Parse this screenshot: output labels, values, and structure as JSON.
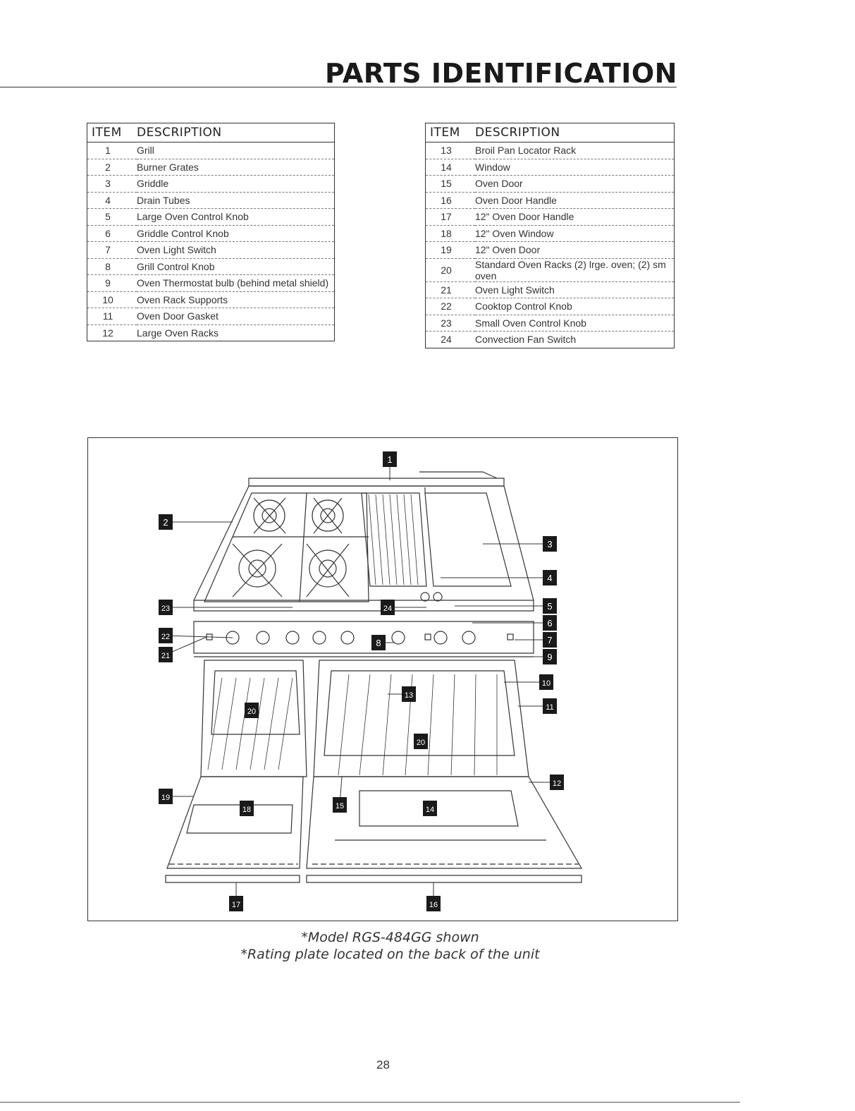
{
  "page_title": "PARTS IDENTIFICATION",
  "table_left": {
    "header_item": "ITEM",
    "header_desc": "DESCRIPTION",
    "rows": [
      {
        "num": "1",
        "desc": "Grill"
      },
      {
        "num": "2",
        "desc": "Burner Grates"
      },
      {
        "num": "3",
        "desc": "Griddle"
      },
      {
        "num": "4",
        "desc": "Drain Tubes"
      },
      {
        "num": "5",
        "desc": "Large Oven Control Knob"
      },
      {
        "num": "6",
        "desc": "Griddle Control Knob"
      },
      {
        "num": "7",
        "desc": "Oven Light Switch"
      },
      {
        "num": "8",
        "desc": "Grill Control Knob"
      },
      {
        "num": "9",
        "desc": "Oven Thermostat bulb (behind metal shield)"
      },
      {
        "num": "10",
        "desc": "Oven Rack Supports"
      },
      {
        "num": "11",
        "desc": "Oven Door Gasket"
      },
      {
        "num": "12",
        "desc": "Large Oven Racks"
      }
    ]
  },
  "table_right": {
    "header_item": "ITEM",
    "header_desc": "DESCRIPTION",
    "rows": [
      {
        "num": "13",
        "desc": "Broil Pan Locator Rack"
      },
      {
        "num": "14",
        "desc": "Window"
      },
      {
        "num": "15",
        "desc": "Oven Door"
      },
      {
        "num": "16",
        "desc": "Oven Door Handle"
      },
      {
        "num": "17",
        "desc": "12\" Oven Door Handle"
      },
      {
        "num": "18",
        "desc": "12\" Oven Window"
      },
      {
        "num": "19",
        "desc": "12\" Oven Door"
      },
      {
        "num": "20",
        "desc": "Standard Oven Racks (2) lrge. oven; (2) sm oven"
      },
      {
        "num": "21",
        "desc": "Oven Light Switch"
      },
      {
        "num": "22",
        "desc": "Cooktop Control Knob"
      },
      {
        "num": "23",
        "desc": "Small Oven Control Knob"
      },
      {
        "num": "24",
        "desc": "Convection Fan Switch"
      }
    ]
  },
  "callouts": [
    "1",
    "2",
    "3",
    "4",
    "5",
    "6",
    "7",
    "8",
    "9",
    "10",
    "11",
    "12",
    "13",
    "14",
    "15",
    "16",
    "17",
    "18",
    "19",
    "20",
    "20",
    "21",
    "22",
    "23",
    "24"
  ],
  "caption_model": "*Model RGS-484GG shown",
  "caption_rating": "*Rating plate located on the back of the unit",
  "page_number": "28"
}
